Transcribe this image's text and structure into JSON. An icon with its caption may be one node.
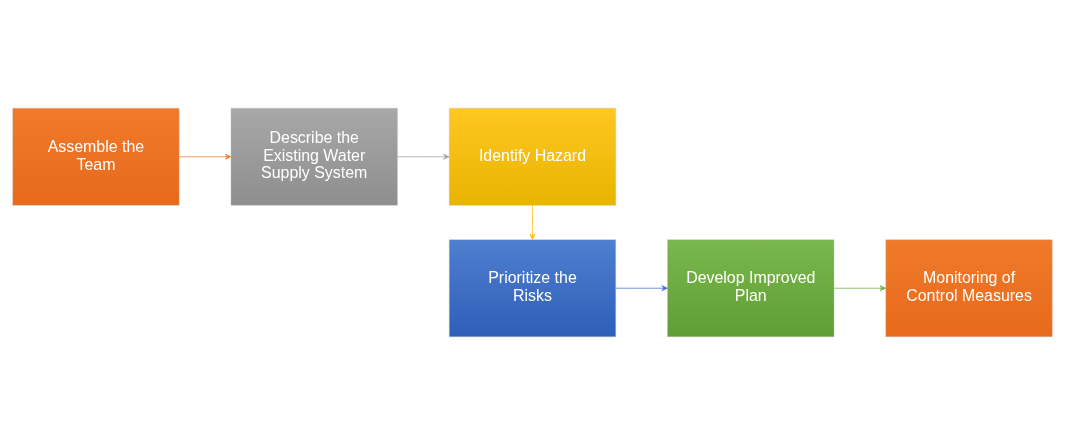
{
  "diagram": {
    "nodes": [
      {
        "text": [
          "Assemble the Team"
        ]
      },
      {
        "text": [
          "Describe the Existing Water Supply System"
        ]
      },
      {
        "text": [
          "Identify Hazard"
        ]
      },
      {
        "text": [
          "Prioritize the Risks"
        ]
      },
      {
        "text": [
          "Develop Improved Plan"
        ]
      },
      {
        "text": [
          "Monitoring of Control Measures"
        ]
      }
    ],
    "edges": [
      {
        "from": 0,
        "to": 1,
        "arrow": "to",
        "color": "#ed7d31"
      },
      {
        "from": 1,
        "to": 2,
        "arrow": "to",
        "color": "#a5a5a5"
      },
      {
        "from": 2,
        "to": 3,
        "arrow": "to",
        "color": "#ffc000"
      },
      {
        "from": 3,
        "to": 4,
        "arrow": "to",
        "color": "#4472c4"
      },
      {
        "from": 4,
        "to": 5,
        "arrow": "to",
        "color": "#70ad47"
      }
    ]
  }
}
